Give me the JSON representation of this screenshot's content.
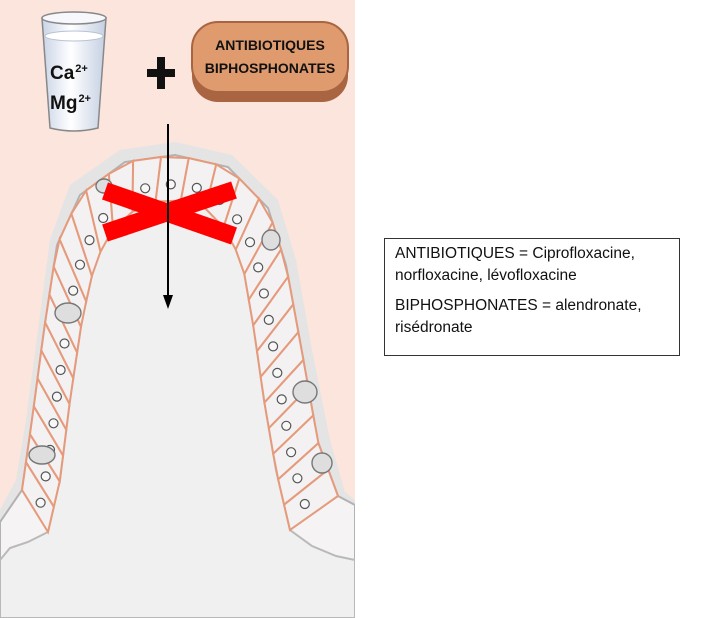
{
  "glass": {
    "ion_1": {
      "element": "Ca",
      "charge": "2+"
    },
    "ion_2": {
      "element": "Mg",
      "charge": "2+"
    }
  },
  "pill": {
    "line_1": "ANTIBIOTIQUES",
    "line_2": "BIPHOSPHONATES"
  },
  "legend": {
    "entries": [
      "ANTIBIOTIQUES = Ciprofloxacine, norfloxacine, lévofloxacine",
      "BIPHOSPHONATES = alendronate, risédronate"
    ]
  },
  "colors": {
    "panel_background": "#fbe5dc",
    "lumen": "#f0f0f0",
    "tissue_outline": "#a9a9a9",
    "cell_fill": "#f3f1f1",
    "cell_border": "#e69a7c",
    "pill_fill": "#df9a6e",
    "pill_shadow": "#a96441",
    "cross": "#ff0000",
    "arrow": "#000000"
  },
  "icons": [
    "water-glass-icon",
    "plus-icon",
    "pill-icon",
    "cross-icon",
    "arrow-down-icon"
  ]
}
